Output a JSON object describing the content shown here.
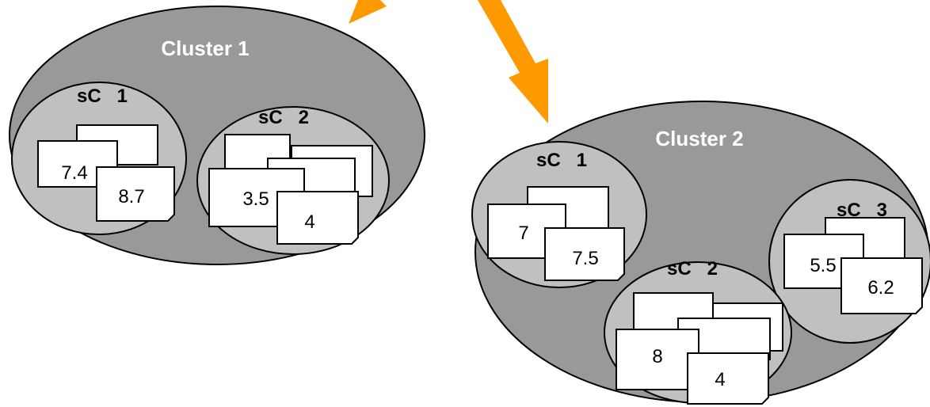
{
  "colors": {
    "cluster_fill": "#999999",
    "subcluster_fill": "#c0c0c0",
    "document_fill": "#ffffff",
    "arrow": "#ff9900",
    "stroke": "#000000"
  },
  "clusters": [
    {
      "label": "Cluster 1",
      "subclusters": [
        {
          "label": "sC   1",
          "values": [
            "7.4",
            "8.7"
          ]
        },
        {
          "label": "sC   2",
          "values": [
            "3.5",
            "4"
          ]
        }
      ]
    },
    {
      "label": "Cluster 2",
      "subclusters": [
        {
          "label": "sC   1",
          "values": [
            "7",
            "7.5"
          ]
        },
        {
          "label": "sC   2",
          "values": [
            "8",
            "4"
          ]
        },
        {
          "label": "sC   3",
          "values": [
            "5.5",
            "6.2"
          ]
        }
      ]
    }
  ]
}
